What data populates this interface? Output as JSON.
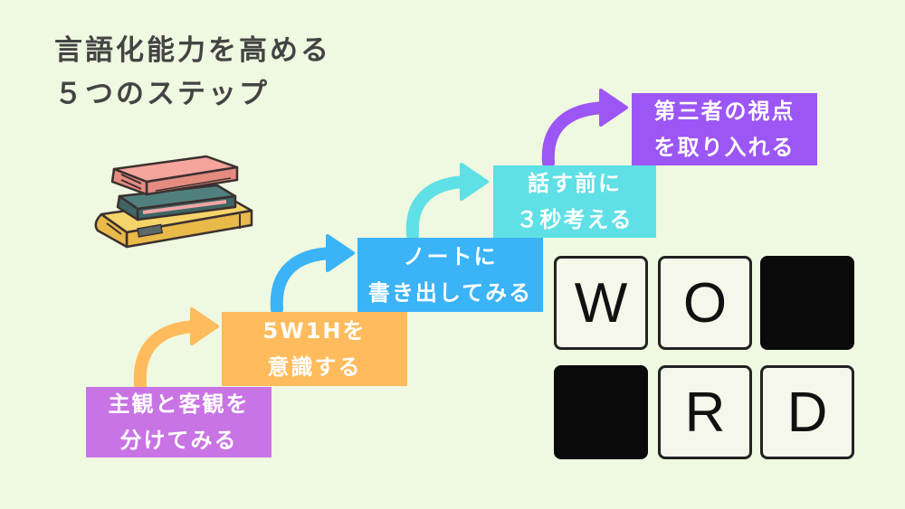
{
  "title": {
    "line1": "言語化能力を高める",
    "line2": "５つのステップ"
  },
  "steps": [
    {
      "line1": "主観と客観を",
      "line2": "分けてみる",
      "color": "#c874e4"
    },
    {
      "line1": "5W1Hを",
      "line2": "意識する",
      "color": "#ffbb5c"
    },
    {
      "line1": "ノートに",
      "line2": "書き出してみる",
      "color": "#3ab3f7"
    },
    {
      "line1": "話す前に",
      "line2": "３秒考える",
      "color": "#5ee0e6"
    },
    {
      "line1": "第三者の視点",
      "line2": "を取り入れる",
      "color": "#9c56f5"
    }
  ],
  "word_grid": [
    "W",
    "O",
    "",
    "",
    "R",
    "D"
  ],
  "icons": {
    "decoration": "stacked-books-icon",
    "grid": "word-puzzle-grid"
  }
}
